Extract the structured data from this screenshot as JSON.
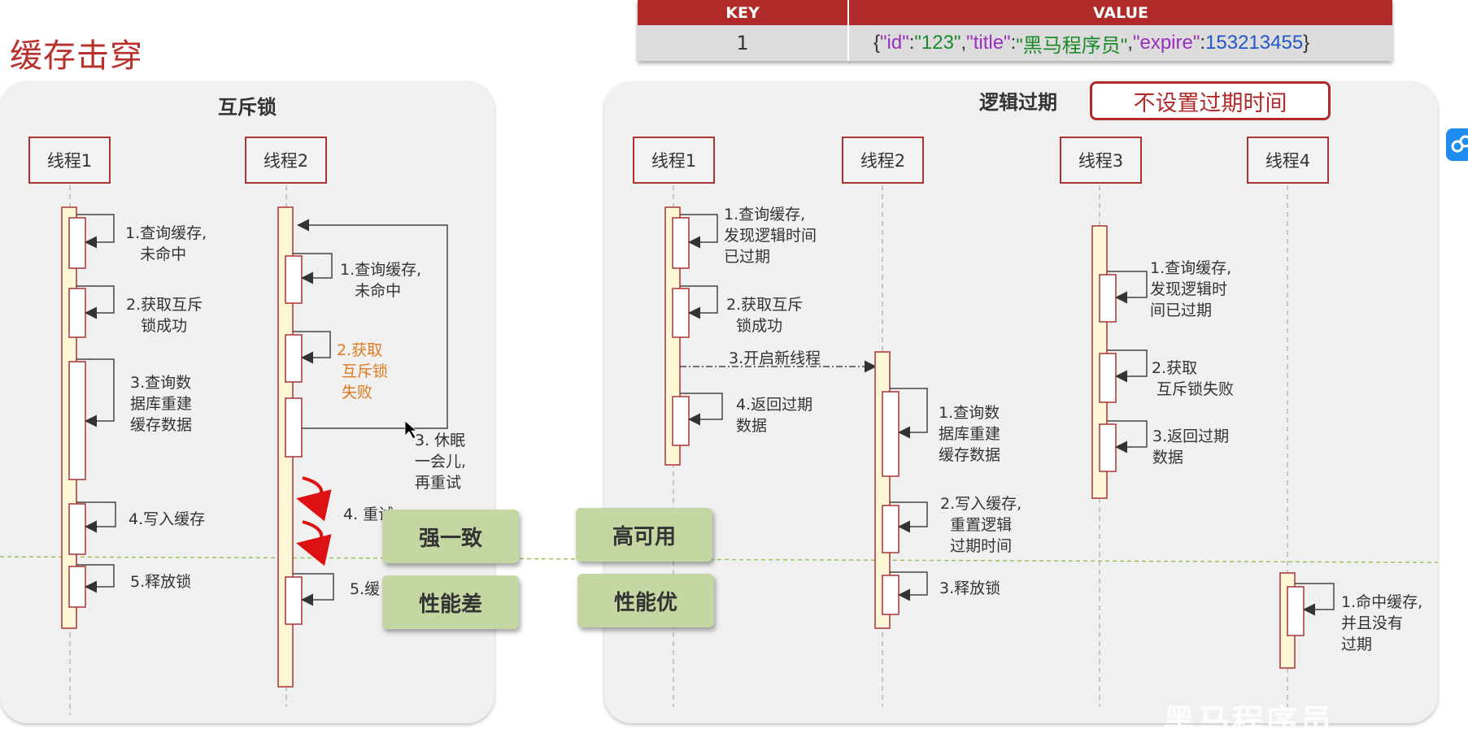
{
  "title": "缓存击穿",
  "kv_table": {
    "headers": [
      "KEY",
      "VALUE"
    ],
    "row": {
      "key": "1",
      "value_parts": [
        "{",
        "\"id\"",
        ":",
        "\"123\"",
        ",",
        "\"title\"",
        ":",
        "\"黑马程序员\"",
        ",",
        "\"expire\"",
        ":",
        "153213455",
        "}"
      ]
    }
  },
  "left": {
    "title": "互斥锁",
    "threads": [
      "线程1",
      "线程2"
    ],
    "labels": {
      "t1_1": "1.查询缓存,\n   未命中",
      "t1_2": "2.获取互斥\n   锁成功",
      "t1_3": "3.查询数\n据库重建\n缓存数据",
      "t1_4": "4.写入缓存",
      "t1_5": "5.释放锁",
      "t2_1": "1.查询缓存,\n   未命中",
      "t2_2": "2.获取\n 互斥锁\n 失败",
      "t2_3": "3. 休眠\n一会儿,\n再重试",
      "t2_4": "4. 重试",
      "t2_5": "5.缓"
    },
    "tags": {
      "consistency": "强一致",
      "performance": "性能差"
    }
  },
  "right": {
    "title": "逻辑过期",
    "no_expire_badge": "不设置过期时间",
    "threads": [
      "线程1",
      "线程2",
      "线程3",
      "线程4"
    ],
    "labels": {
      "t1_1": "1.查询缓存,\n发现逻辑时间\n已过期",
      "t1_2": "2.获取互斥\n  锁成功",
      "t1_3": "3.开启新线程",
      "t1_4": "4.返回过期\n数据",
      "t2_1": "1.查询数\n据库重建\n缓存数据",
      "t2_2": "2.写入缓存,\n  重置逻辑\n  过期时间",
      "t2_3": "3.释放锁",
      "t3_1": "1.查询缓存,\n发现逻辑时\n间已过期",
      "t3_2": "2.获取\n 互斥锁失败",
      "t3_3": "3.返回过期\n数据",
      "t4_1": "1.命中缓存,\n并且没有\n过期"
    },
    "tags": {
      "availability": "高可用",
      "performance": "性能优"
    }
  },
  "watermark": "黑马程序员",
  "colors": {
    "accent": "#b02a2a",
    "tag_bg": "#c4d6a2",
    "lifeline_fill": "#fdf7d8",
    "dashed_divider": "#9cc35a",
    "orange_label": "#e07a1e"
  }
}
